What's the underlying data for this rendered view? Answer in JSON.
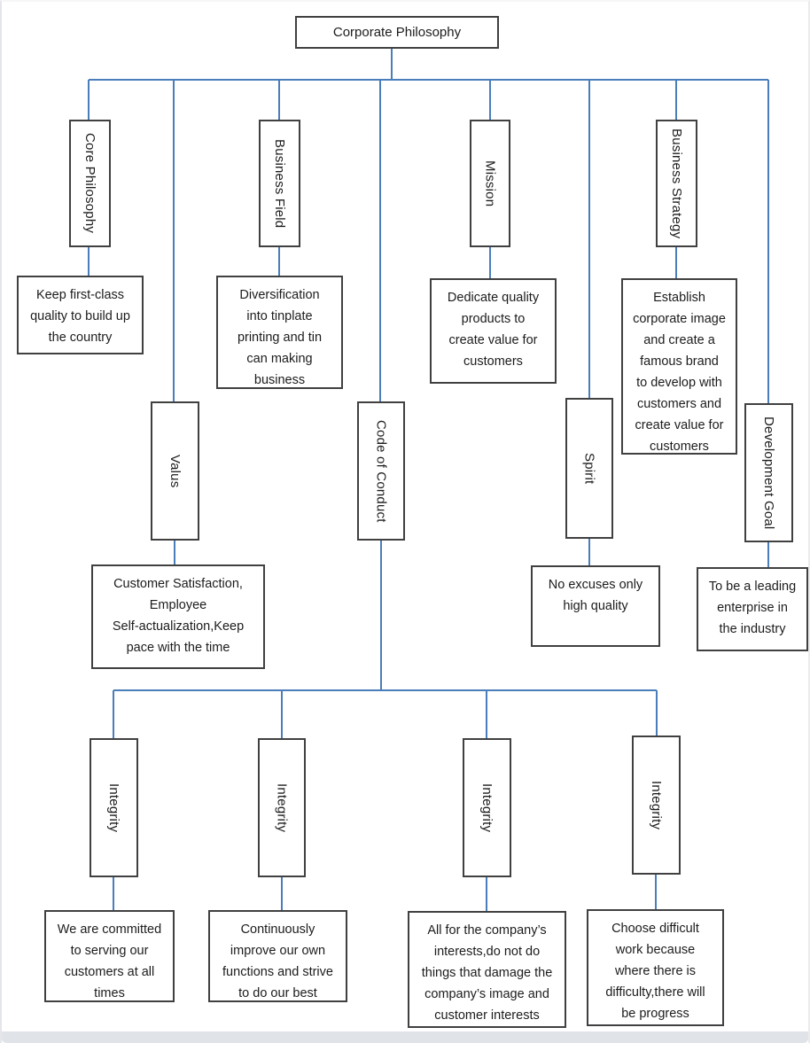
{
  "diagram": {
    "root": {
      "label": "Corporate Philosophy"
    },
    "core_philosophy": {
      "label": "Core Philosophy",
      "desc": "Keep first-class\nquality to build up\nthe country"
    },
    "business_field": {
      "label": "Business Field",
      "desc": "Diversification\ninto tinplate\nprinting and tin\ncan making\nbusiness"
    },
    "mission": {
      "label": "Mission",
      "desc": "Dedicate quality\nproducts to\ncreate value for\ncustomers"
    },
    "business_strategy": {
      "label": "Business Strategy",
      "desc": "Establish\ncorporate image\nand create a\nfamous brand\nto develop with\ncustomers and\ncreate value for\ncustomers"
    },
    "valus": {
      "label": "Valus",
      "desc": "Customer Satisfaction,\nEmployee\nSelf-actualization,Keep\npace with the time"
    },
    "code_of_conduct": {
      "label": "Code of Conduct"
    },
    "spirit": {
      "label": "Spirit",
      "desc": "No excuses only\nhigh quality"
    },
    "development_goal": {
      "label": "Development Goal",
      "desc": "To be a leading\nenterprise in\nthe industry"
    },
    "integrity_1": {
      "label": "Integrity",
      "desc": "We are committed\nto serving our\ncustomers at all\ntimes"
    },
    "integrity_2": {
      "label": "Integrity",
      "desc": "Continuously\nimprove our own\nfunctions and strive\nto do our best"
    },
    "integrity_3": {
      "label": "Integrity",
      "desc": "All for the company’s\ninterests,do not do\nthings that damage the\ncompany’s image and\ncustomer interests"
    },
    "integrity_4": {
      "label": "Integrity",
      "desc": "Choose difficult\nwork because\nwhere there is\ndifficulty,there will\nbe progress"
    }
  },
  "colors": {
    "connector": "#4a7ebb",
    "box_border": "#404040",
    "page_edge": "#e0e3e7"
  }
}
